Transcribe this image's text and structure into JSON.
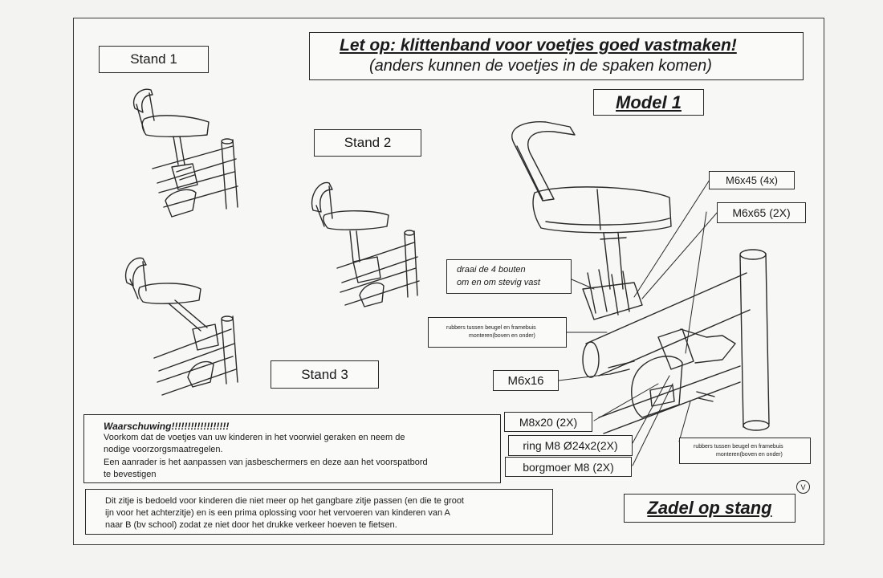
{
  "header": {
    "warning_title": "Let op: klittenband voor voetjes goed vastmaken!",
    "warning_sub": "(anders kunnen de voetjes in de spaken komen)",
    "model": "Model 1"
  },
  "positions": {
    "stand1": "Stand 1",
    "stand2": "Stand 2",
    "stand3": "Stand 3"
  },
  "callouts": {
    "tighten_line1": "draai de 4 bouten",
    "tighten_line2": "om en om stevig vast",
    "rubbers_top_line1": "rubbers tussen beugel en framebuis",
    "rubbers_top_line2": "monteren(boven en onder)",
    "rubbers_bottom_line1": "rubbers tussen beugel en framebuis",
    "rubbers_bottom_line2": "monteren(boven en onder)"
  },
  "parts": {
    "m6x45": "M6x45 (4x)",
    "m6x65": "M6x65 (2X)",
    "m6x16": "M6x16",
    "m8x20": "M8x20 (2X)",
    "ring": "ring M8 Ø24x2(2X)",
    "borgmoer": "borgmoer M8 (2X)"
  },
  "warning": {
    "title": "Waarschuwing!!!!!!!!!!!!!!!!!!",
    "line1": "Voorkom dat de voetjes van uw kinderen in het voorwiel geraken en neem de",
    "line2": "nodige voorzorgsmaatregelen.",
    "line3": "Een aanrader is het aanpassen van jasbeschermers en deze aan het voorspatbord",
    "line4": "te bevestigen"
  },
  "description": {
    "line1": "Dit zitje is bedoeld voor kinderen die niet meer op het gangbare zitje passen (en die te groot",
    "line2": "ijn voor het achterzitje) en is een prima oplossing voor het vervoeren van kinderen van A",
    "line3": "naar B (bv school) zodat ze niet door het drukke verkeer hoeven te fietsen."
  },
  "footer": {
    "mark": "V",
    "title": "Zadel op stang"
  }
}
